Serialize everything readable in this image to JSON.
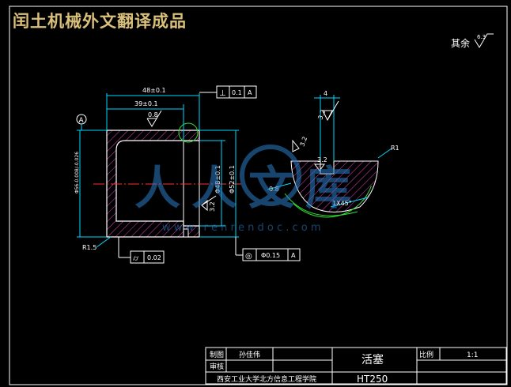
{
  "header": {
    "title_overlay": "闰土机械外文翻译成品"
  },
  "roughness_note": {
    "label": "其余",
    "value": "6.3"
  },
  "dimensions": {
    "overall_length": "48±0.1",
    "inner_length": "39±0.1",
    "roughness_top": "0.8",
    "outer_diameter": "Φ56-0.008/-0.026",
    "inner_diameter": "Φ48±0.1",
    "bore_diameter": "Φ52±0.1",
    "roughness_right": "3.2",
    "fillet_radius": "R1.5",
    "datum_letter": "A"
  },
  "tolerances": {
    "perpendicularity": {
      "symbol": "⊥",
      "value": "0.1",
      "datum": "A"
    },
    "cylindricity": {
      "symbol": "⌭",
      "value": "0.02"
    },
    "concentricity": {
      "symbol": "◎",
      "value": "Φ0.15",
      "datum": "A"
    }
  },
  "detail": {
    "groove_width": "4",
    "roughness_groove_top": "3.2",
    "roughness_groove_side": "3.2",
    "roughness_groove_bottom": "3.2",
    "roughness_left": "0.8",
    "radius": "R1",
    "chamfer": "1X45°"
  },
  "watermark": {
    "brand": "人人文库",
    "url": "w w w . r e n r e n d o c . c o m"
  },
  "title_block": {
    "drawn_label": "制图",
    "drawn_name": "孙佳伟",
    "review_label": "审核",
    "review_name": "",
    "school": "西安工业大学北方信息工程学院",
    "part_name": "活塞",
    "material": "HT250",
    "scale_label": "比例",
    "scale_value": "1:1"
  }
}
